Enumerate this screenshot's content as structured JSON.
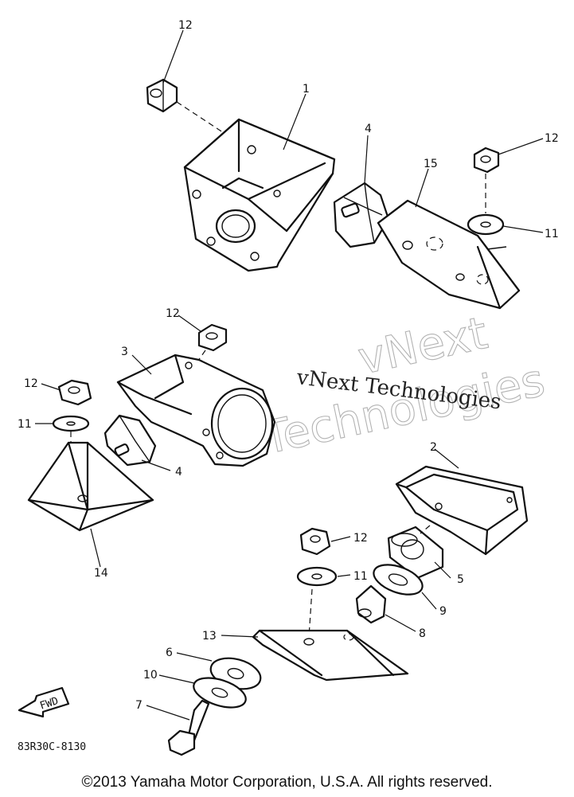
{
  "callouts": {
    "c1": "1",
    "c2": "2",
    "c3": "3",
    "c4a": "4",
    "c4b": "4",
    "c5": "5",
    "c6": "6",
    "c7": "7",
    "c8": "8",
    "c9": "9",
    "c10": "10",
    "c11a": "11",
    "c11b": "11",
    "c11c": "11",
    "c12a": "12",
    "c12b": "12",
    "c12c": "12",
    "c12d": "12",
    "c12e": "12",
    "c13": "13",
    "c14": "14",
    "c15": "15"
  },
  "fwd_label": "FWD",
  "diagram_code": "83R30C-8130",
  "watermark": {
    "line1": "vNext",
    "line2": "Technologies",
    "small": "vNext Technologies"
  },
  "copyright": "©2013 Yamaha Motor Corporation, U.S.A. All rights reserved."
}
